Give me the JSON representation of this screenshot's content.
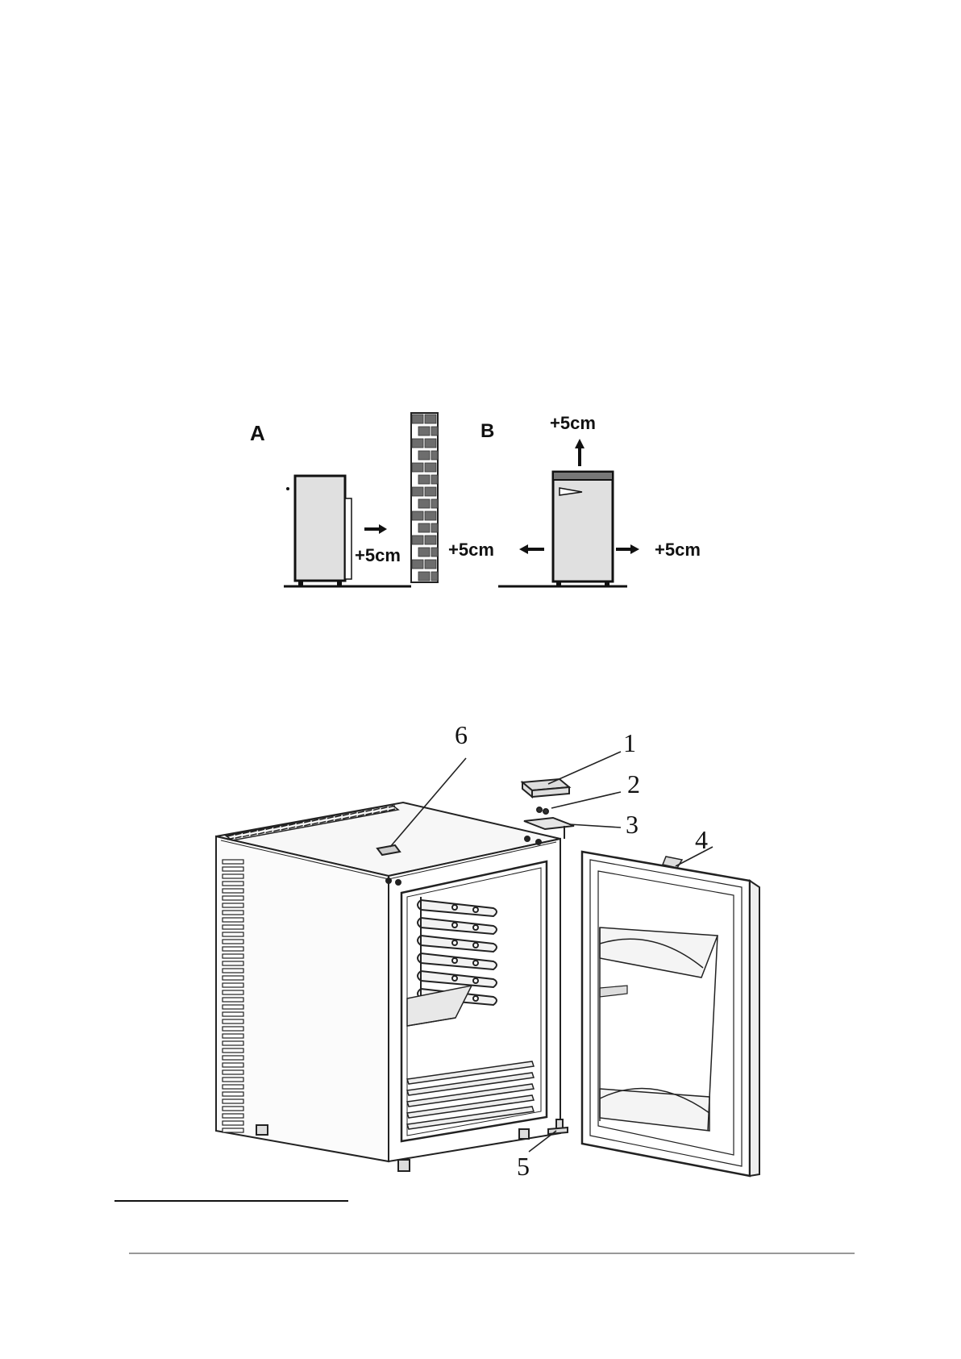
{
  "clearance_diagram": {
    "panel_a": {
      "letter": "A",
      "rear_gap": "+5cm"
    },
    "panel_b": {
      "letter": "B",
      "top_gap": "+5cm",
      "left_gap": "+5cm",
      "right_gap": "+5cm"
    }
  },
  "door_diagram": {
    "callouts": [
      "1",
      "2",
      "3",
      "4",
      "5",
      "6"
    ]
  },
  "colors": {
    "ink": "#111111",
    "appliance_fill": "#e0e0e0",
    "brick": "#6d6d6d"
  }
}
